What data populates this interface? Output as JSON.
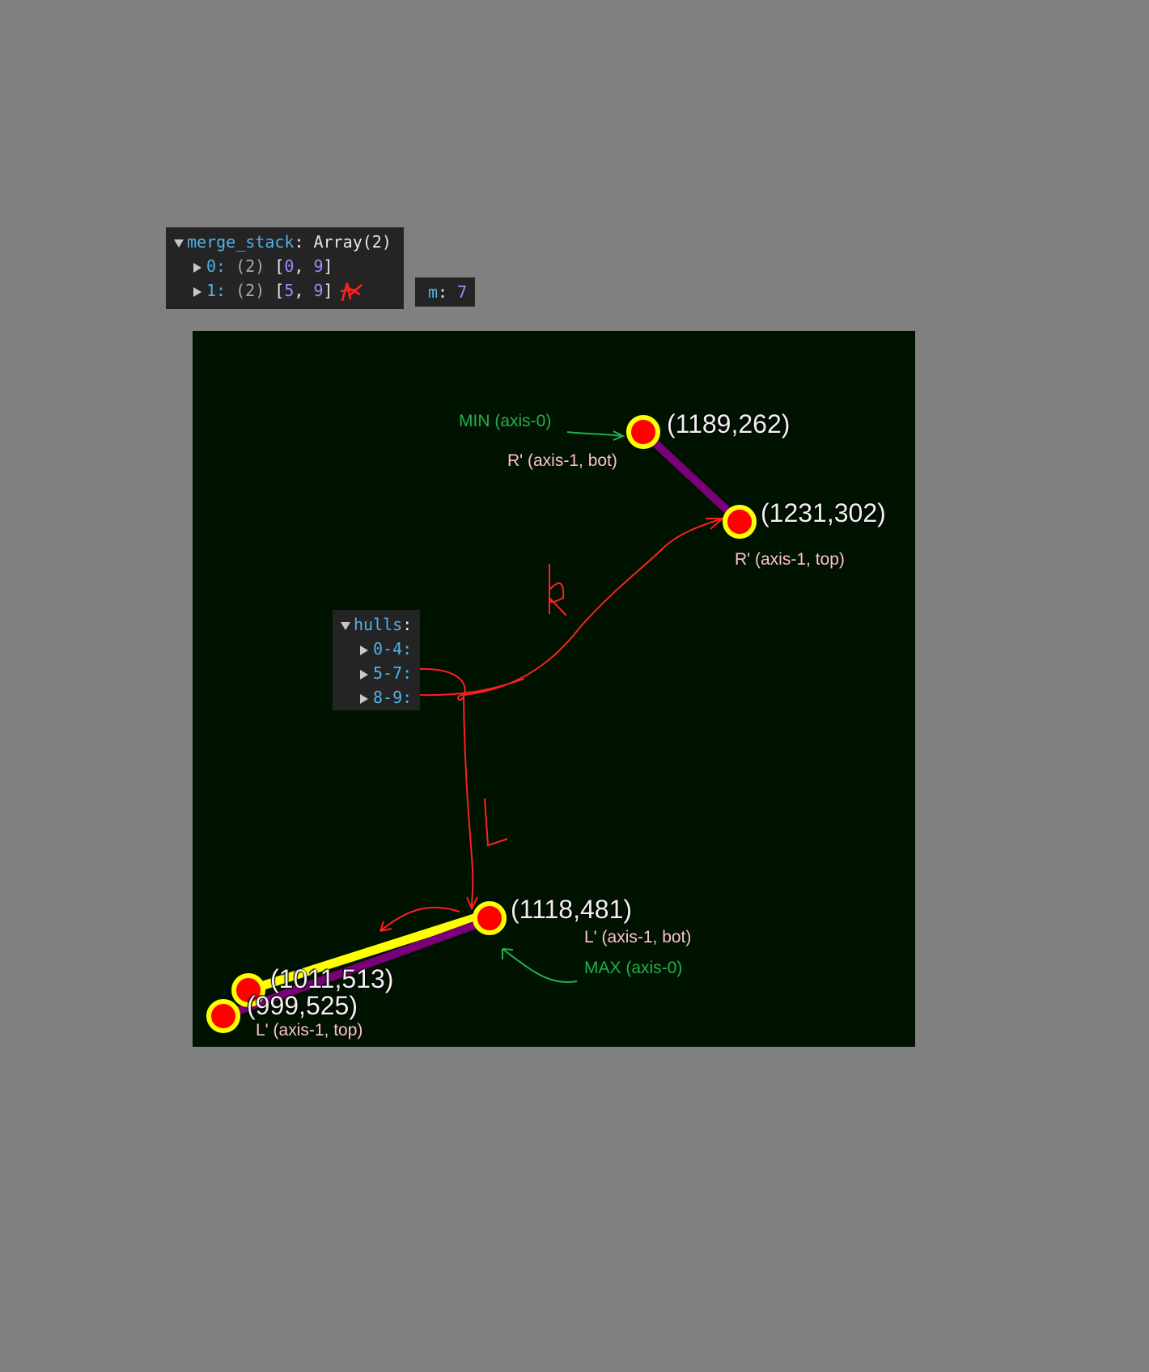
{
  "merge_panel": {
    "var_name": "merge_stack",
    "var_type": "Array(2)",
    "rows": [
      {
        "index": "0",
        "len": "(2)",
        "a": "0",
        "b": "9"
      },
      {
        "index": "1",
        "len": "(2)",
        "a": "5",
        "b": "9"
      }
    ]
  },
  "m_panel": {
    "key": "m",
    "value": "7"
  },
  "hulls_panel": {
    "title": "hulls",
    "items": [
      "0-4",
      "5-7",
      "8-9"
    ]
  },
  "points": {
    "p1189": "(1189,262)",
    "p1231": "(1231,302)",
    "p1118": "(1118,481)",
    "p1011": "(1011,513)",
    "p999": "(999,525)"
  },
  "labels": {
    "min_axis0": "MIN (axis-0)",
    "r_bot": "R' (axis-1, bot)",
    "r_top": "R' (axis-1, top)",
    "l_bot": "L' (axis-1, bot)",
    "max_axis0": "MAX (axis-0)",
    "l_top": "L'  (axis-1, top)"
  },
  "handwritten": {
    "r_letter": "R",
    "l_letter": "L"
  },
  "colors": {
    "background": "#808080",
    "canvas": "#001200",
    "point_fill": "#ff0000",
    "point_ring": "#ffff00",
    "hull_edge": "#7a007a",
    "annotation_red": "#ff2020",
    "annotation_green": "#22b14c",
    "label_pink": "#ffc0cb"
  }
}
